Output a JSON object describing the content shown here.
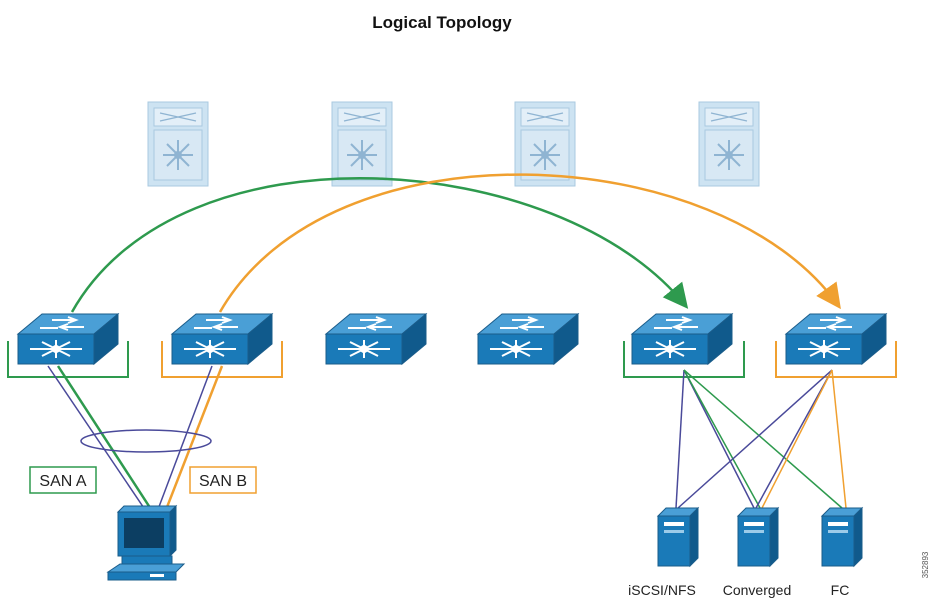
{
  "title": "Logical Topology",
  "san_a_label": "SAN A",
  "san_b_label": "SAN B",
  "servers": [
    {
      "label": "iSCSI/NFS"
    },
    {
      "label": "Converged"
    },
    {
      "label": "FC"
    }
  ],
  "figure_id": "352893",
  "colors": {
    "san_a": "#2e9a4e",
    "san_b": "#f0a030",
    "link": "#4a4a9a",
    "device": "#1a7ab8",
    "spine": "#cde3f2"
  }
}
